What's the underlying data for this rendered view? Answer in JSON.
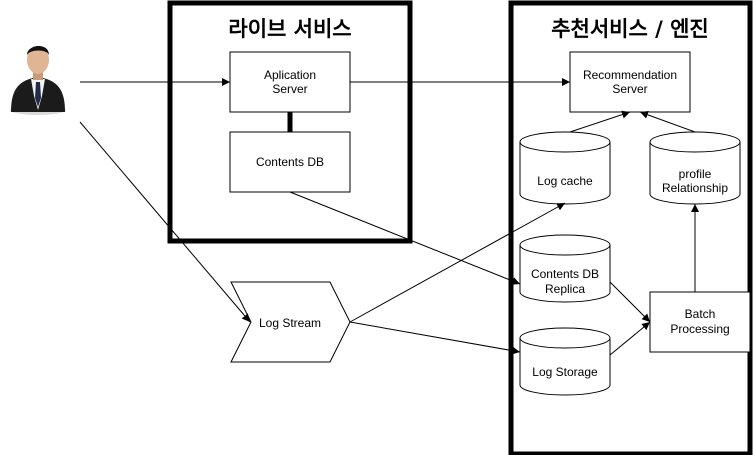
{
  "groups": {
    "live_service": {
      "title": "라이브 서비스"
    },
    "recommendation": {
      "title": "추천서비스 / 엔진"
    }
  },
  "nodes": {
    "app_server": {
      "line1": "Aplication",
      "line2": "Server"
    },
    "contents_db": {
      "label": "Contents DB"
    },
    "rec_server": {
      "line1": "Recommendation",
      "line2": "Server"
    },
    "log_cache": {
      "label": "Log cache"
    },
    "profile": {
      "line1": "profile",
      "line2": "Relationship"
    },
    "contents_replica": {
      "line1": "Contents DB",
      "line2": "Replica"
    },
    "log_storage": {
      "label": "Log Storage"
    },
    "batch": {
      "line1": "Batch",
      "line2": "Processing"
    },
    "log_stream": {
      "label": "Log Stream"
    }
  },
  "colors": {
    "stroke": "#000000",
    "background": "#ffffff"
  },
  "icons": {
    "user": "businessman-icon"
  }
}
